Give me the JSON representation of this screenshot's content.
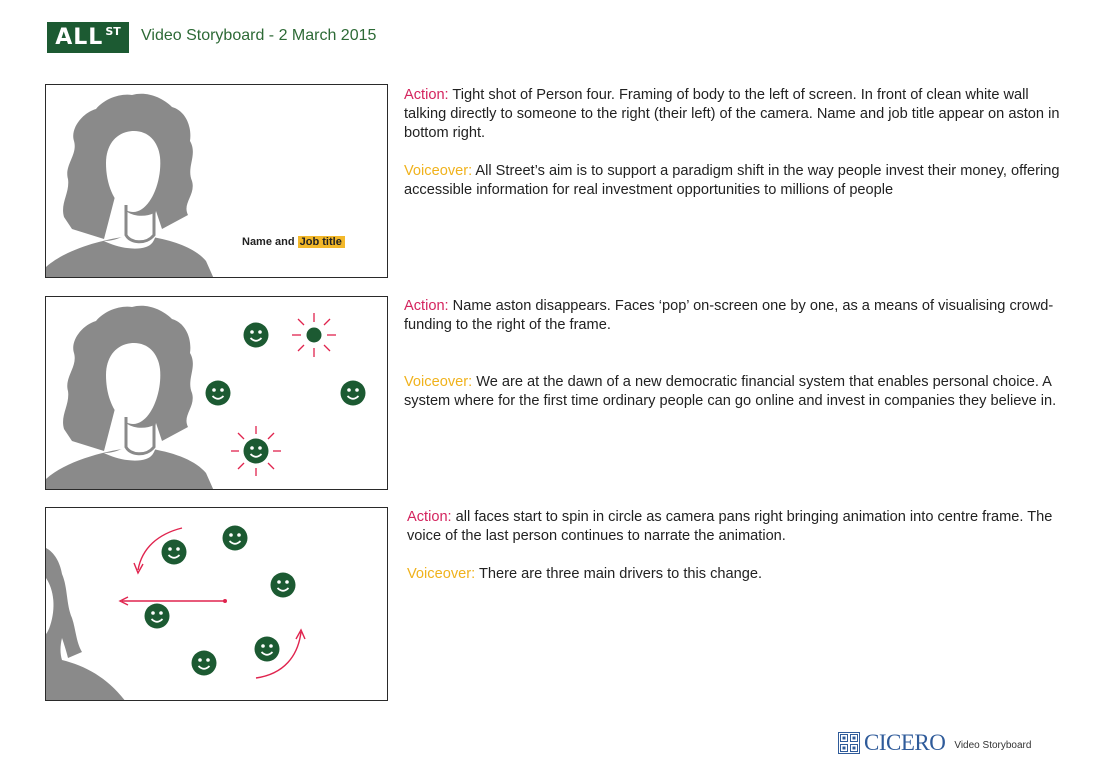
{
  "header": {
    "logo_main": "ALL",
    "logo_sup": "ST",
    "title": "Video Storyboard - 2 March 2015"
  },
  "scenes": [
    {
      "action_label": "Action:",
      "action_text": " Tight shot of Person four. Framing of body to the left of screen. In front of clean white wall talking directly to someone to the right (their left) of the camera. Name and job title appear on aston in bottom right.",
      "voiceover_label": "Voiceover:",
      "voiceover_text": " All Street’s aim is to support a paradigm shift in the way people invest their money, offering accessible information for real investment opportunities to millions of people",
      "aston_name": "Name and",
      "aston_job": "Job title"
    },
    {
      "action_label": "Action:",
      "action_text": " Name aston disappears. Faces ‘pop’ on-screen one by one, as a means of visualising crowd-funding to the right of the frame.",
      "voiceover_label": "Voiceover:",
      "voiceover_text": " We are at the dawn of a new democratic financial system that enables personal choice. A system where for the first time ordinary people can go online and invest in companies they believe in."
    },
    {
      "action_label": "Action:",
      "action_text": " all faces start to spin in circle as camera pans right bringing animation into centre frame. The voice of the last person continues to narrate the animation.",
      "voiceover_label": "Voiceover:",
      "voiceover_text": " There are three main drivers to this change."
    }
  ],
  "footer": {
    "brand": "CICERO",
    "subtitle": "Video Storyboard"
  },
  "colors": {
    "brand_green": "#1c5a32",
    "action_label": "#d4245e",
    "voiceover_label": "#f0b21c",
    "aston_highlight": "#f3b82a",
    "figure_gray": "#8a8a8a",
    "face_green": "#1c5a32",
    "arrow_red": "#e0244e",
    "cicero_blue": "#2f5b9a"
  }
}
